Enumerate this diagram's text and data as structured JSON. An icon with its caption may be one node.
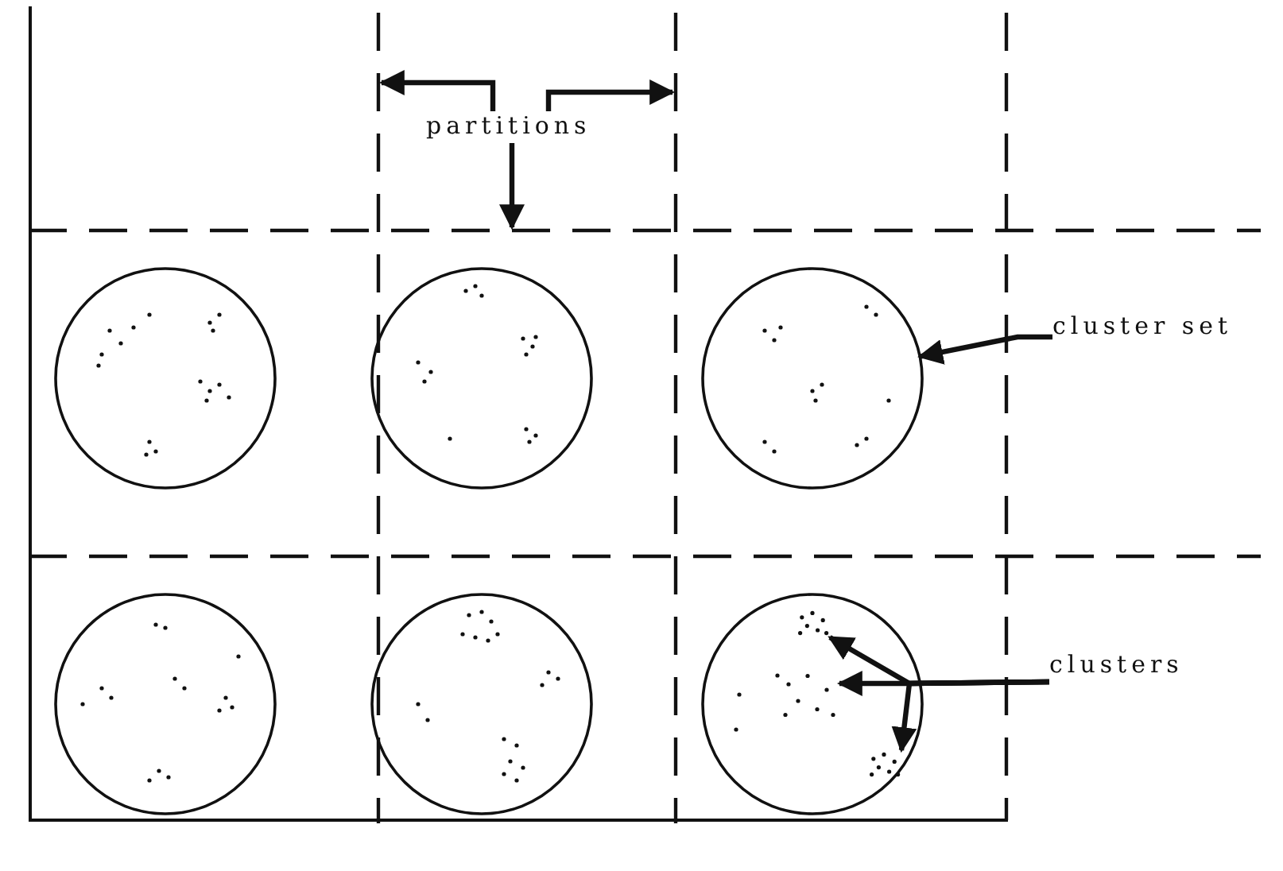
{
  "diagram": {
    "nodes": [
      {
        "text": [
          "partitions"
        ]
      },
      {
        "text": [],
        "shape": "line"
      },
      {
        "text": [],
        "shape": "line"
      },
      {
        "text": [],
        "shape": "line"
      },
      {
        "text": [],
        "shape": "circle"
      },
      {
        "text": [],
        "shape": "circle"
      },
      {
        "text": [],
        "shape": "circle"
      },
      {
        "text": [
          "cluster set"
        ]
      },
      {
        "text": [],
        "shape": "circle"
      },
      {
        "text": [],
        "shape": "circle"
      },
      {
        "text": [],
        "shape": "circle"
      },
      {
        "text": [],
        "shape": "dots",
        "in": 10
      },
      {
        "text": [],
        "shape": "dots",
        "in": 10
      },
      {
        "text": [],
        "shape": "dots",
        "in": 10
      },
      {
        "text": [
          "clusters"
        ]
      }
    ],
    "edges": [
      {
        "from": 0,
        "to": 1,
        "arrow": "to"
      },
      {
        "from": 0,
        "to": 2,
        "arrow": "to"
      },
      {
        "from": 0,
        "to": 3,
        "arrow": "to"
      },
      {
        "from": 7,
        "to": 6,
        "arrow": "to"
      },
      {
        "from": 14,
        "to": 11,
        "arrow": "to"
      },
      {
        "from": 14,
        "to": 12,
        "arrow": "to"
      },
      {
        "from": 14,
        "to": 13,
        "arrow": "to"
      }
    ]
  }
}
